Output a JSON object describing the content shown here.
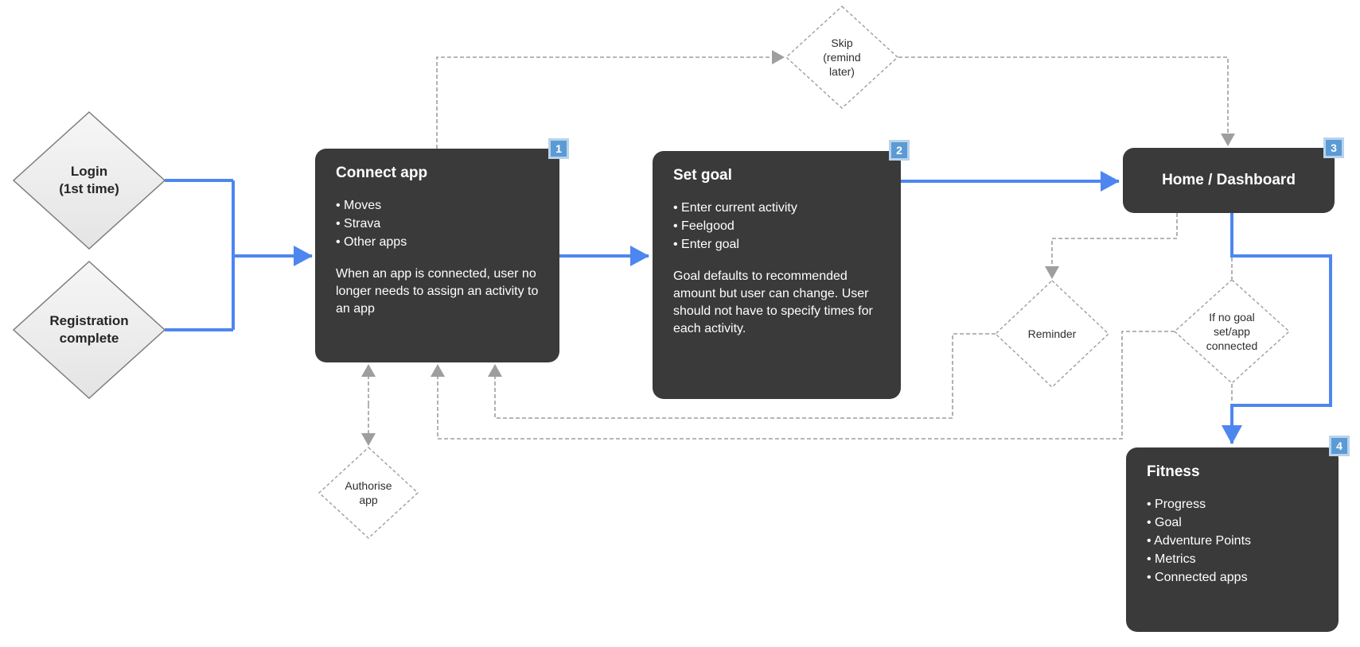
{
  "diagram_type": "flowchart",
  "colors": {
    "box_fill": "#3a3a3a",
    "flow_arrow": "#4e86f0",
    "conditional_arrow": "#9e9e9e",
    "badge_fill": "#5b9bd5",
    "badge_border": "#b9d3ea",
    "solid_diamond_border": "#7d7d7d"
  },
  "nodes": {
    "login": {
      "label": "Login\n(1st time)"
    },
    "registration": {
      "label": "Registration\ncomplete"
    },
    "skip": {
      "label": "Skip\n(remind\nlater)"
    },
    "reminder": {
      "label": "Reminder"
    },
    "if_no_goal": {
      "label": "If no goal\nset/app\nconnected"
    },
    "authorise": {
      "label": "Authorise\napp"
    },
    "connect_app": {
      "badge": "1",
      "title": "Connect app",
      "bullets": [
        "Moves",
        "Strava",
        "Other apps"
      ],
      "note": "When an app is connected, user no longer needs to assign an activity to an app"
    },
    "set_goal": {
      "badge": "2",
      "title": "Set goal",
      "bullets": [
        "Enter current activity",
        "Feelgood",
        "Enter goal"
      ],
      "note": "Goal defaults to recommended amount but user can change. User should not have to specify times for each activity."
    },
    "home_dashboard": {
      "badge": "3",
      "title": "Home / Dashboard"
    },
    "fitness": {
      "badge": "4",
      "title": "Fitness",
      "bullets": [
        "Progress",
        "Goal",
        "Adventure Points",
        "Metrics",
        "Connected apps"
      ]
    }
  }
}
